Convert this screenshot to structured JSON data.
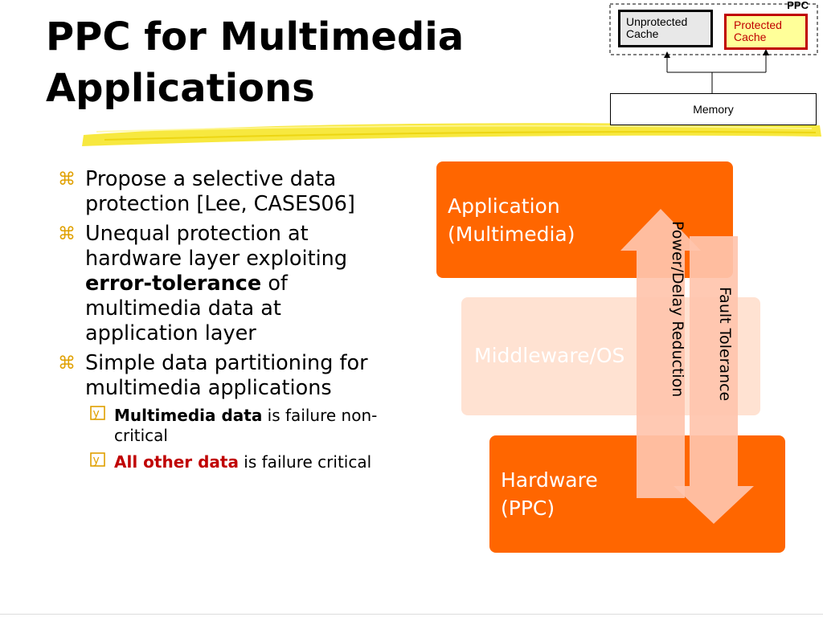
{
  "title": {
    "line1": "PPC for Multimedia",
    "line2": "Applications"
  },
  "bullets": [
    {
      "text": "Propose a selective data protection [Lee, CASES06]"
    },
    {
      "before": "Unequal protection at hardware layer exploiting ",
      "bold": "error-tolerance",
      "after": " of multimedia data at application layer"
    },
    {
      "text": "Simple data partitioning for multimedia applications"
    }
  ],
  "sub_bullets": [
    {
      "bold": "Multimedia data",
      "after": " is failure non-critical"
    },
    {
      "bold": "All other data",
      "after": " is failure critical"
    }
  ],
  "bullet_glyph": "⌘",
  "sub_bullet_glyph": "y",
  "layers": {
    "application": {
      "line1": "Application",
      "line2": "(Multimedia)"
    },
    "middleware": {
      "line1": "Middleware/OS"
    },
    "hardware": {
      "line1": "Hardware",
      "line2": "(PPC)"
    }
  },
  "arrows": {
    "up_label": "Power/Delay Reduction",
    "down_label": "Fault Tolerance"
  },
  "mini_diagram": {
    "ppc_label": "PPC",
    "unprotected": {
      "line1": "Unprotected",
      "line2": "Cache"
    },
    "protected": {
      "line1": "Protected",
      "line2": "Cache"
    },
    "memory": "Memory"
  },
  "colors": {
    "layer_orange": "#ff6600",
    "layer_faded": "#ffe2d2",
    "arrow_fill": "#ffc4ad",
    "protected_bg": "#ffff99",
    "protected_text": "#c00000",
    "highlight_red": "#c00000",
    "bullet_gold": "#e0a000"
  }
}
